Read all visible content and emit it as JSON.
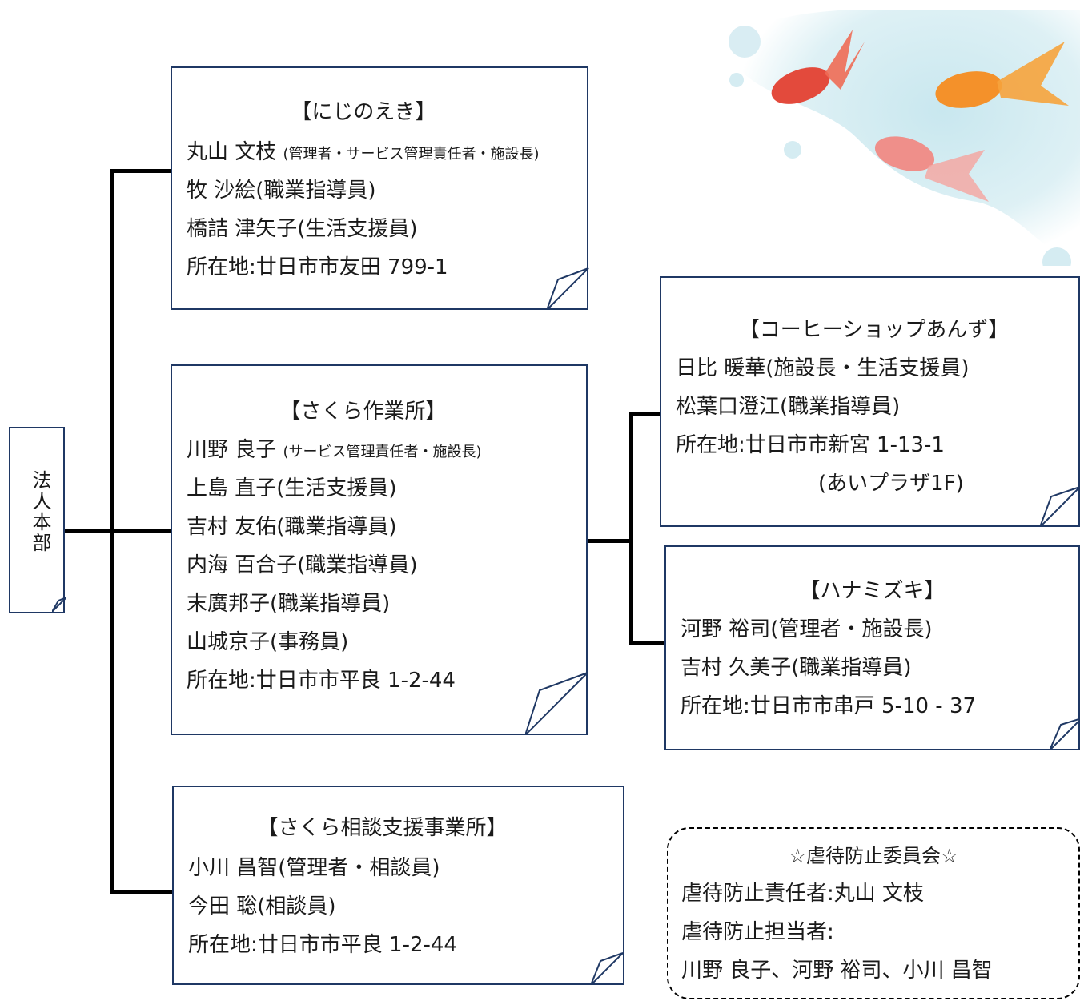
{
  "hq": {
    "label": "法人本部"
  },
  "nijinoeki": {
    "title": "【にじのえき】",
    "line1_name": "丸山 文枝",
    "line1_role": "(管理者・サービス管理責任者・施設長)",
    "line2": "牧 沙絵(職業指導員)",
    "line3": "橋詰 津矢子(生活支援員)",
    "address": "所在地:廿日市市友田 799-1"
  },
  "sakura": {
    "title": "【さくら作業所】",
    "line1_name": "川野 良子",
    "line1_role": "(サービス管理責任者・施設長)",
    "line2": "上島 直子(生活支援員)",
    "line3": "吉村 友佑(職業指導員)",
    "line4": "内海 百合子(職業指導員)",
    "line5": "末廣邦子(職業指導員)",
    "line6": "山城京子(事務員)",
    "address": "所在地:廿日市市平良 1-2-44"
  },
  "soudan": {
    "title": "【さくら相談支援事業所】",
    "line1": "小川  昌智(管理者・相談員)",
    "line2": "今田  聡(相談員)",
    "address": "所在地:廿日市市平良 1-2-44"
  },
  "coffee": {
    "title": "【コーヒーショップあんず】",
    "line1": "日比  暖華(施設長・生活支援員)",
    "line2": "松葉口澄江(職業指導員)",
    "address": "所在地:廿日市市新宮 1-13-1",
    "address2": "(あいプラザ1F)"
  },
  "hanamizuki": {
    "title": "【ハナミズキ】",
    "line1": "河野  裕司(管理者・施設長)",
    "line2": "吉村  久美子(職業指導員)",
    "address": "所在地:廿日市市串戸 5-10 - 37"
  },
  "committee": {
    "title": "☆虐待防止委員会☆",
    "line1": "虐待防止責任者:丸山 文枝",
    "line2": "虐待防止担当者:",
    "line3": "川野 良子、河野  裕司、小川  昌智"
  },
  "decoration": {
    "image": "goldfish-watercolor"
  },
  "colors": {
    "border": "#1f3864",
    "connector": "#000000"
  }
}
